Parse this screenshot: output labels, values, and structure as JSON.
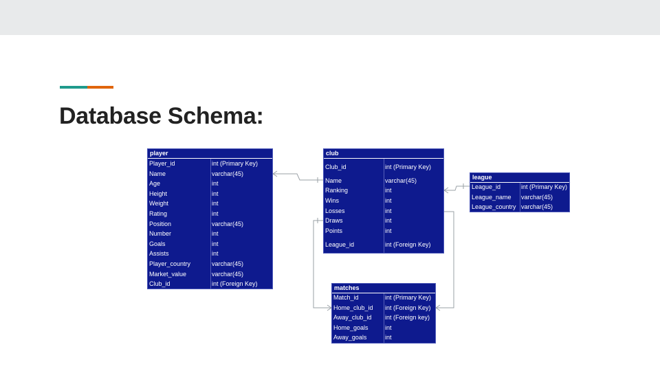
{
  "slide": {
    "title": "Database Schema:",
    "colors": {
      "accent_teal": "#1f9a8c",
      "accent_orange": "#e0650c",
      "table_fill": "#0e1a8e"
    }
  },
  "tables": {
    "player": {
      "name": "player",
      "columns": [
        {
          "name": "Player_id",
          "type": "int (Primary Key)"
        },
        {
          "name": "Name",
          "type": "varchar(45)"
        },
        {
          "name": "Age",
          "type": "int"
        },
        {
          "name": "Height",
          "type": "int"
        },
        {
          "name": "Weight",
          "type": "int"
        },
        {
          "name": "Rating",
          "type": "int"
        },
        {
          "name": "Position",
          "type": "varchar(45)"
        },
        {
          "name": "Number",
          "type": "int"
        },
        {
          "name": "Goals",
          "type": "int"
        },
        {
          "name": "Assists",
          "type": "int"
        },
        {
          "name": "Player_country",
          "type": "varchar(45)"
        },
        {
          "name": "Market_value",
          "type": "varchar(45)"
        },
        {
          "name": "Club_id",
          "type": "int  (Foreign Key)"
        }
      ]
    },
    "club": {
      "name": "club",
      "columns": [
        {
          "name": "Club_id",
          "type": "int (Primary Key)"
        },
        {
          "name": "Name",
          "type": "varchar(45)"
        },
        {
          "name": "Ranking",
          "type": "int"
        },
        {
          "name": "Wins",
          "type": "int"
        },
        {
          "name": "Losses",
          "type": "int"
        },
        {
          "name": "Draws",
          "type": "int"
        },
        {
          "name": "Points",
          "type": "int"
        },
        {
          "name": "League_id",
          "type": "int  (Foreign Key)"
        }
      ]
    },
    "league": {
      "name": "league",
      "columns": [
        {
          "name": "League_id",
          "type": "int (Primary Key)"
        },
        {
          "name": "League_name",
          "type": "varchar(45)"
        },
        {
          "name": "League_country",
          "type": "varchar(45)"
        }
      ]
    },
    "matches": {
      "name": "matches",
      "columns": [
        {
          "name": "Match_id",
          "type": "int (Primary Key)"
        },
        {
          "name": "Home_club_id",
          "type": "int (Foreign Key)"
        },
        {
          "name": "Away_club_id",
          "type": "int (Foreign key)"
        },
        {
          "name": "Home_goals",
          "type": "int"
        },
        {
          "name": "Away_goals",
          "type": "int"
        }
      ]
    }
  }
}
